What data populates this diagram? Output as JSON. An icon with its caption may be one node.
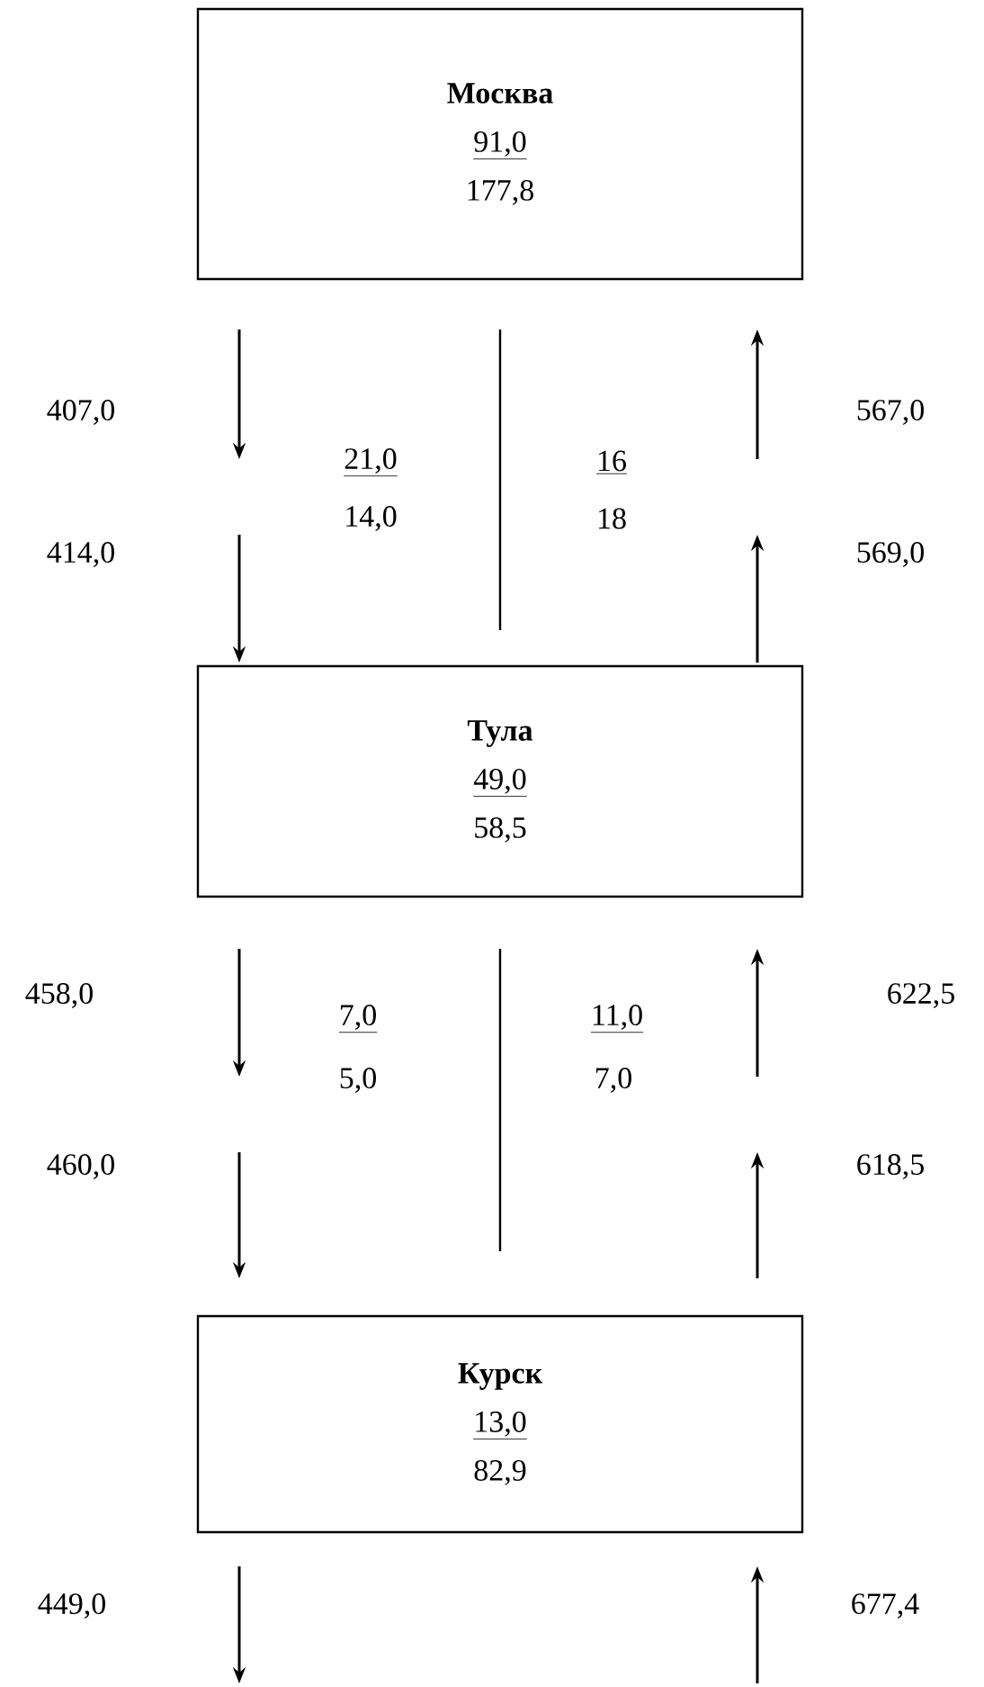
{
  "diagram": {
    "nodes": [
      {
        "text": [
          "Москва",
          "91,0",
          "177,8"
        ]
      },
      {
        "text": [
          "Тула",
          "49,0",
          "58,5"
        ]
      },
      {
        "text": [
          "Курск",
          "13,0",
          "82,9"
        ]
      }
    ],
    "labels": [
      "407,0",
      "567,0",
      "21,0",
      "16",
      "14,0",
      "18",
      "414,0",
      "569,0",
      "458,0",
      "622,5",
      "7,0",
      "11,0",
      "5,0",
      "7,0",
      "460,0",
      "618,5",
      "449,0",
      "677,4"
    ]
  }
}
